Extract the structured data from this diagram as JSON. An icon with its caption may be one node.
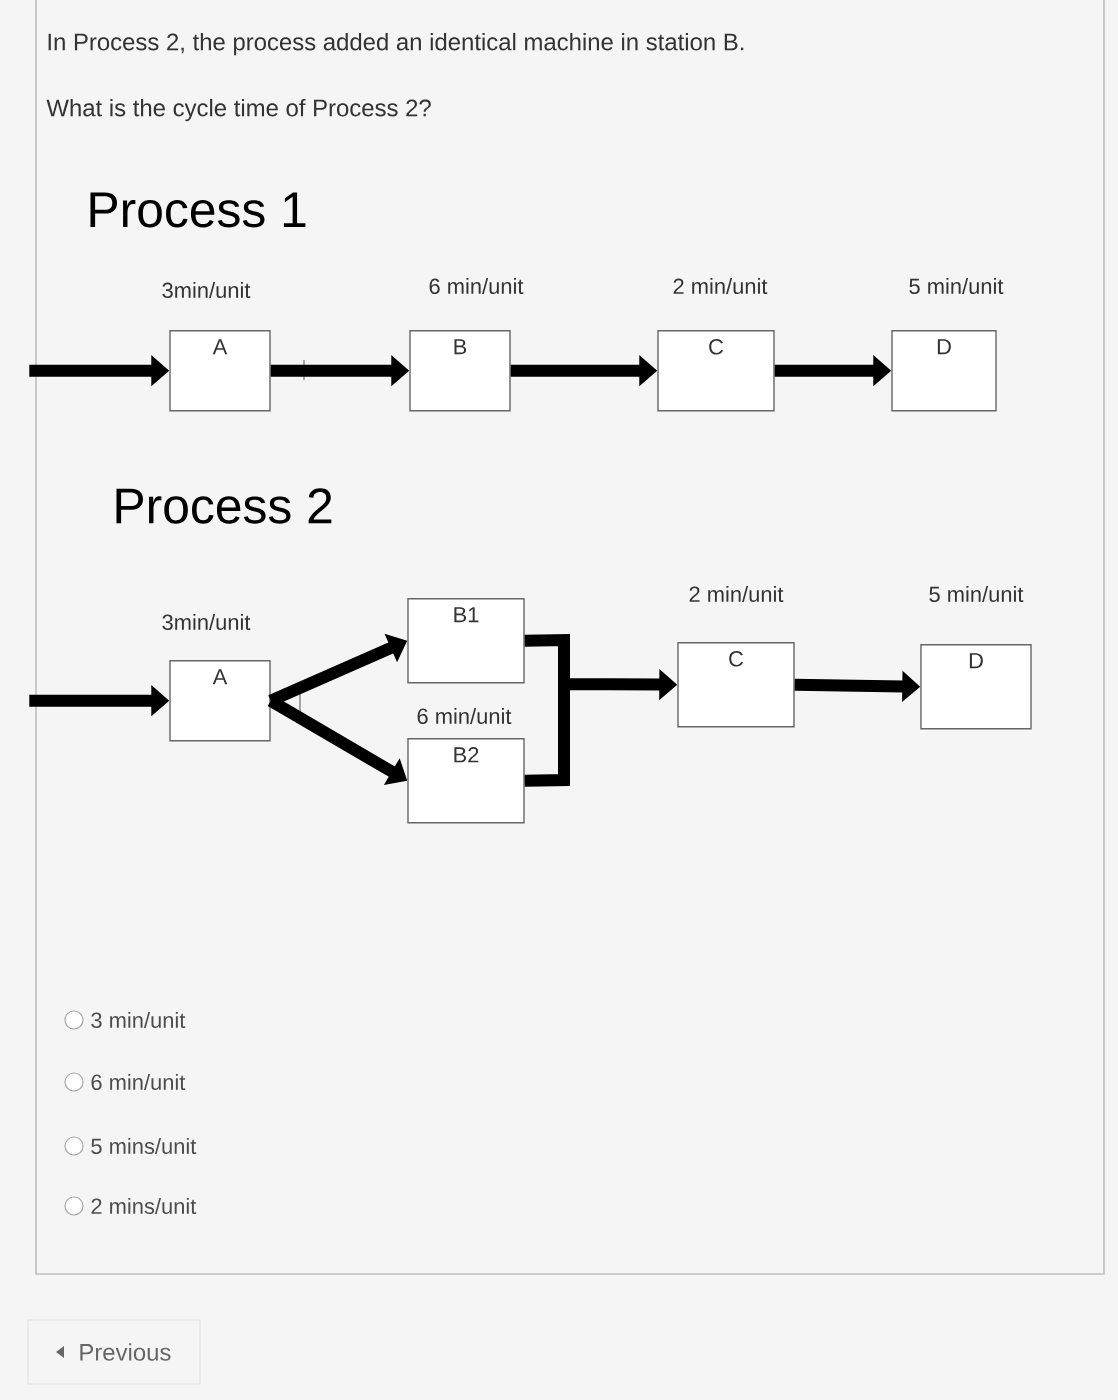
{
  "diagram": {
    "nodes": [
      {
        "text": [
          "A"
        ],
        "beside": [
          "3min/unit"
        ]
      },
      {
        "text": [
          "B"
        ],
        "beside": [
          "6 min/unit"
        ]
      },
      {
        "text": [
          "C"
        ],
        "beside": [
          "2 min/unit"
        ]
      },
      {
        "text": [
          "D"
        ],
        "beside": [
          "5 min/unit"
        ]
      },
      {
        "text": [
          "A"
        ],
        "beside": [
          "3min/unit"
        ]
      },
      {
        "text": [
          "B1"
        ]
      },
      {
        "text": [
          "B2"
        ],
        "beside": [
          "6 min/unit"
        ]
      },
      {
        "text": [
          "C"
        ],
        "beside": [
          "2 min/unit"
        ]
      },
      {
        "text": [
          "D"
        ],
        "beside": [
          "5 min/unit"
        ]
      }
    ],
    "edges": [
      {
        "from": null,
        "to": 0,
        "arrow": "to"
      },
      {
        "from": 0,
        "to": 1,
        "arrow": "to"
      },
      {
        "from": 1,
        "to": 2,
        "arrow": "to"
      },
      {
        "from": 2,
        "to": 3,
        "arrow": "to"
      },
      {
        "from": null,
        "to": 4,
        "arrow": "to"
      },
      {
        "from": 4,
        "to": 5,
        "arrow": "to"
      },
      {
        "from": 4,
        "to": 6,
        "arrow": "to"
      },
      {
        "from": 5,
        "to": 7,
        "arrow": "to"
      },
      {
        "from": 6,
        "to": 7,
        "arrow": "to"
      },
      {
        "from": 7,
        "to": 8,
        "arrow": "to"
      }
    ],
    "labels": [
      "In Process 2, the process added an identical machine in station B.",
      "What is the cycle time  of Process 2?",
      "Process 1",
      "Process 2",
      "3 min/unit",
      "6 min/unit",
      "5 mins/unit",
      "2 mins/unit",
      "Previous"
    ]
  }
}
